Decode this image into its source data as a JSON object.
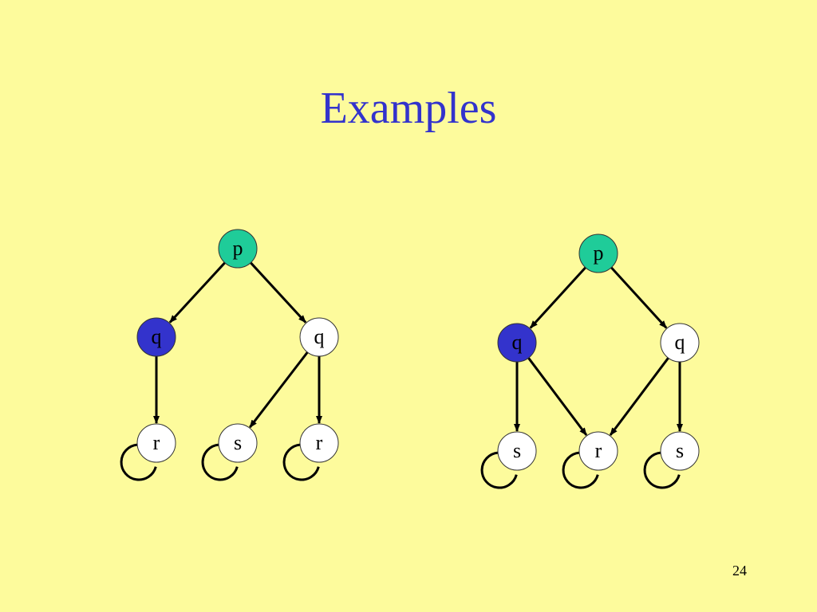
{
  "slide": {
    "title": "Examples",
    "page_number": "24"
  },
  "colors": {
    "background": "#fdfb9c",
    "title": "#3333cc",
    "root_fill": "#1fcc99",
    "highlight_fill": "#3333cc",
    "plain_fill": "#ffffff",
    "edge": "#000000"
  },
  "graphs": [
    {
      "id": "left",
      "nodes": [
        {
          "id": "p",
          "label": "p",
          "style": "root"
        },
        {
          "id": "q1",
          "label": "q",
          "style": "highlight"
        },
        {
          "id": "q2",
          "label": "q",
          "style": "plain"
        },
        {
          "id": "r1",
          "label": "r",
          "style": "plain"
        },
        {
          "id": "s1",
          "label": "s",
          "style": "plain"
        },
        {
          "id": "r2",
          "label": "r",
          "style": "plain"
        }
      ],
      "edges": [
        {
          "from": "p",
          "to": "q1"
        },
        {
          "from": "p",
          "to": "q2"
        },
        {
          "from": "q1",
          "to": "r1"
        },
        {
          "from": "q2",
          "to": "s1"
        },
        {
          "from": "q2",
          "to": "r2"
        }
      ],
      "self_loops": [
        "r1",
        "s1",
        "r2"
      ]
    },
    {
      "id": "right",
      "nodes": [
        {
          "id": "p",
          "label": "p",
          "style": "root"
        },
        {
          "id": "q1",
          "label": "q",
          "style": "highlight"
        },
        {
          "id": "q2",
          "label": "q",
          "style": "plain"
        },
        {
          "id": "s1",
          "label": "s",
          "style": "plain"
        },
        {
          "id": "r1",
          "label": "r",
          "style": "plain"
        },
        {
          "id": "s2",
          "label": "s",
          "style": "plain"
        }
      ],
      "edges": [
        {
          "from": "p",
          "to": "q1"
        },
        {
          "from": "p",
          "to": "q2"
        },
        {
          "from": "q1",
          "to": "s1"
        },
        {
          "from": "q1",
          "to": "r1"
        },
        {
          "from": "q2",
          "to": "r1"
        },
        {
          "from": "q2",
          "to": "s2"
        }
      ],
      "self_loops": [
        "s1",
        "r1",
        "s2"
      ]
    }
  ]
}
